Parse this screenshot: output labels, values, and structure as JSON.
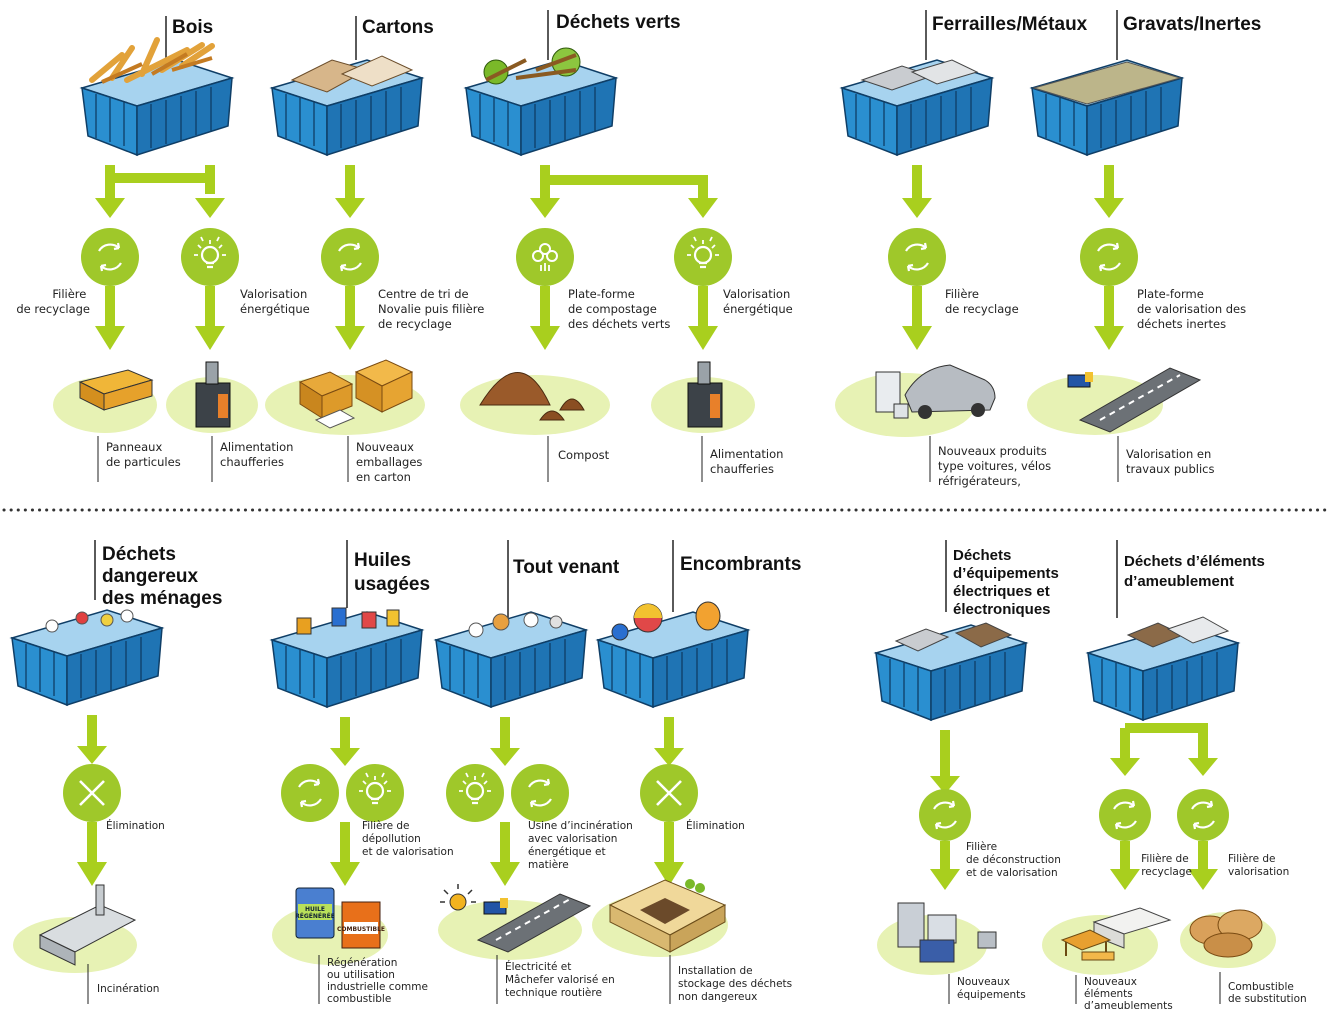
{
  "colors": {
    "arrow_green": "#a9cf1e",
    "circle_green": "#9fc82a",
    "blob_green": "#e7f2b4",
    "container_blue": "#2a8fd0",
    "container_dark": "#1b5f96",
    "divider": "#333333"
  },
  "top_row": {
    "bois": {
      "title": "Bois",
      "route_1": {
        "label": [
          "Filière",
          "de recyclage"
        ],
        "icon": "recycle-icon",
        "result": [
          "Panneaux",
          "de particules"
        ]
      },
      "route_2": {
        "label": [
          "Valorisation",
          "énergétique"
        ],
        "icon": "lightbulb-icon",
        "result": [
          "Alimentation",
          "chaufferies"
        ]
      }
    },
    "cartons": {
      "title": "Cartons",
      "route_1": {
        "label": [
          "Centre de tri de",
          "Novalie puis filière",
          "de recyclage"
        ],
        "icon": "recycle-icon",
        "result": [
          "Nouveaux",
          "emballages",
          "en carton"
        ]
      }
    },
    "dechets_verts": {
      "title": "Déchets verts",
      "route_1": {
        "label": [
          "Plate-forme",
          "de compostage",
          "des déchets verts"
        ],
        "icon": "flower-icon",
        "result": [
          "Compost"
        ]
      },
      "route_2": {
        "label": [
          "Valorisation",
          "énergétique"
        ],
        "icon": "lightbulb-icon",
        "result": [
          "Alimentation",
          "chaufferies"
        ]
      }
    },
    "ferrailles": {
      "title": "Ferrailles/Métaux",
      "route_1": {
        "label": [
          "Filière",
          "de recyclage"
        ],
        "icon": "recycle-icon",
        "result": [
          "Nouveaux produits",
          "type voitures, vélos",
          "réfrigérateurs,"
        ]
      }
    },
    "gravats": {
      "title": "Gravats/Inertes",
      "route_1": {
        "label": [
          "Plate-forme",
          "de valorisation des",
          "déchets inertes"
        ],
        "icon": "recycle-icon",
        "result": [
          "Valorisation en",
          "travaux publics"
        ]
      }
    }
  },
  "bottom_row": {
    "ddm": {
      "title": [
        "Déchets",
        "dangereux",
        "des ménages"
      ],
      "route_1": {
        "label": [
          "Élimination"
        ],
        "icon": "cross-icon",
        "result": [
          "Incinération"
        ]
      }
    },
    "huiles": {
      "title": [
        "Huiles",
        "usagées"
      ],
      "route_1": {
        "label": [
          "Filière de",
          "dépollution",
          "et de valorisation"
        ],
        "icon": "recycle-icon",
        "result": [
          "Régénération",
          "ou utilisation",
          "industrielle comme",
          "combustible"
        ]
      },
      "bidon_labels": [
        "HUILE",
        "RÉGÉNÉRÉE",
        "COMBUSTIBLE"
      ]
    },
    "tout_venant": {
      "title": [
        "Tout venant"
      ],
      "route_1": {
        "label": [
          "Usine d’incinération",
          "avec valorisation",
          "énergétique et",
          "matière"
        ],
        "icon": "lightbulb-icon",
        "result": [
          "Électricité et",
          "Mâchefer valorisé en",
          "technique routière"
        ]
      }
    },
    "encombrants": {
      "title": [
        "Encombrants"
      ],
      "route_1": {
        "label": [
          "Élimination"
        ],
        "icon": "cross-icon",
        "result": [
          "Installation de",
          "stockage des déchets",
          "non dangereux"
        ]
      }
    },
    "deee": {
      "title": [
        "Déchets",
        "d’équipements",
        "électriques et",
        "électroniques"
      ],
      "route_1": {
        "label": [
          "Filière",
          "de déconstruction",
          "et de valorisation"
        ],
        "icon": "recycle-icon",
        "result": [
          "Nouveaux",
          "équipements"
        ]
      }
    },
    "dea": {
      "title": [
        "Déchets d’éléments",
        "d’ameublement"
      ],
      "route_1": {
        "label": [
          "Filière de",
          "recyclage"
        ],
        "icon": "recycle-icon",
        "result": [
          "Nouveaux",
          "éléments",
          "d’ameublements"
        ]
      },
      "route_2": {
        "label": [
          "Filière de",
          "valorisation"
        ],
        "icon": "recycle-icon",
        "result": [
          "Combustible",
          "de substitution"
        ]
      }
    }
  }
}
